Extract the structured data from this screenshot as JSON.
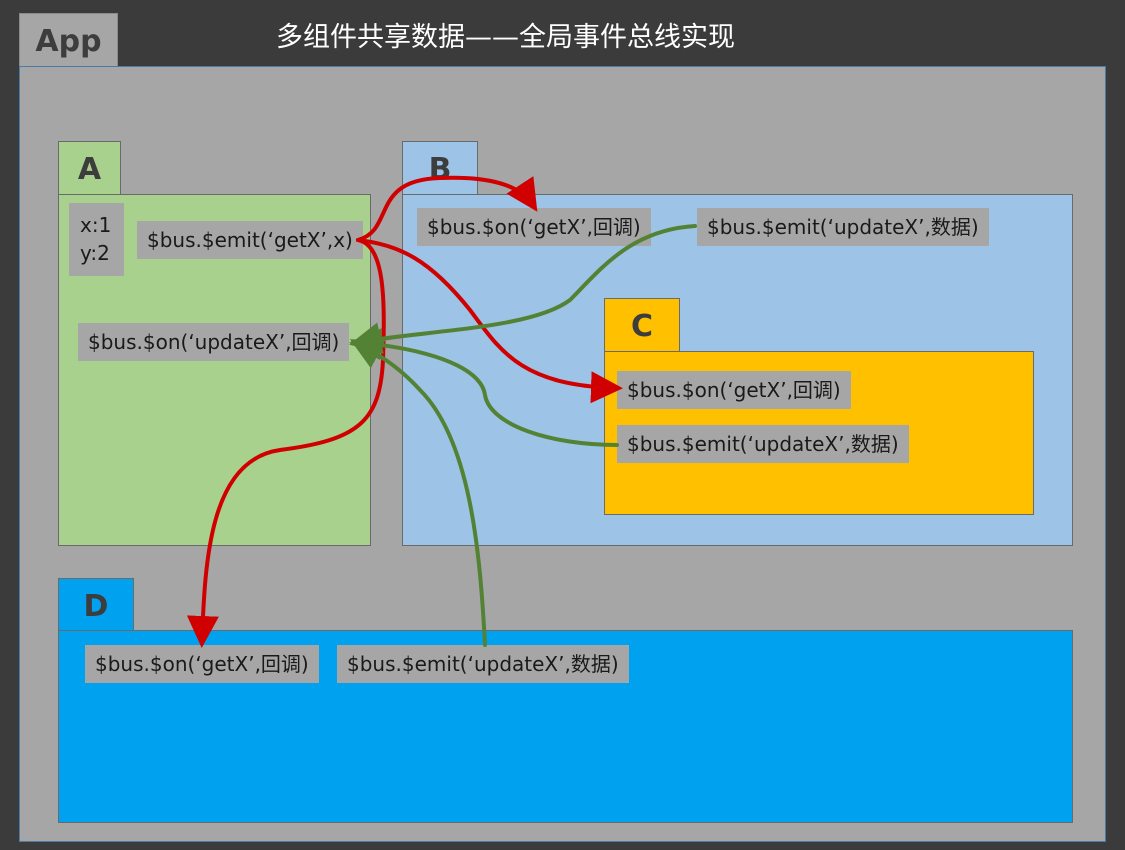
{
  "title": "多组件共享数据——全局事件总线实现",
  "colors": {
    "background": "#3b3b3b",
    "app": "#a6a6a6",
    "component_a": "#a9d18e",
    "component_b": "#9dc3e6",
    "component_c": "#ffc000",
    "component_d": "#00a2f0",
    "arrow_emit_getx": "#d00000",
    "arrow_emit_updatex": "#548235"
  },
  "app": {
    "tab": "App"
  },
  "component_a": {
    "tab": "A",
    "state": {
      "x": "x:1",
      "y": "y:2"
    },
    "emit_label": "$bus.$emit(‘getX’,x)",
    "on_label": "$bus.$on(‘updateX’,回调)"
  },
  "component_b": {
    "tab": "B",
    "on_label": "$bus.$on(‘getX’,回调)",
    "emit_label": "$bus.$emit(‘updateX’,数据)"
  },
  "component_c": {
    "tab": "C",
    "on_label": "$bus.$on(‘getX’,回调)",
    "emit_label": "$bus.$emit(‘updateX’,数据)"
  },
  "component_d": {
    "tab": "D",
    "on_label": "$bus.$on(‘getX’,回调)",
    "emit_label": "$bus.$emit(‘updateX’,数据)"
  }
}
